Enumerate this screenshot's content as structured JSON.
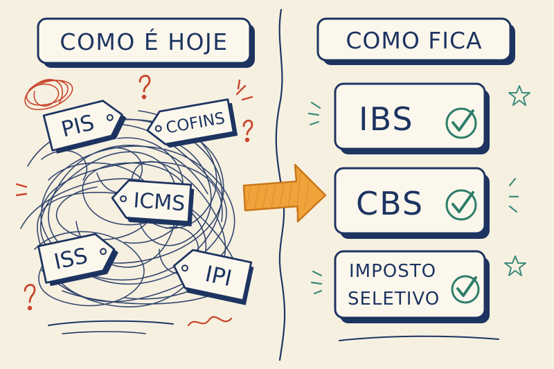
{
  "colors": {
    "paper": "#f6f0e1",
    "ink": "#1d3461",
    "box_fill": "#fbf7ec",
    "shadow": "#1d3461",
    "arrow": "#f0a33a",
    "arrow_stroke": "#c9761c",
    "check": "#2e7d6b",
    "accent_red": "#c9442a",
    "accent_teal": "#3b8a7a"
  },
  "left_panel": {
    "title": "COMO É HOJE",
    "tags": [
      "PIS",
      "COFINS",
      "ICMS",
      "ISS",
      "IPI"
    ],
    "icons": [
      "question-mark-icon",
      "scribble-icon",
      "tangle-icon"
    ]
  },
  "right_panel": {
    "title": "COMO FICA",
    "items": [
      {
        "label": "IBS",
        "icon": "check-icon"
      },
      {
        "label": "CBS",
        "icon": "check-icon"
      },
      {
        "label_lines": [
          "IMPOSTO",
          "SELETIVO"
        ],
        "icon": "check-icon"
      }
    ],
    "icons": [
      "star-icon"
    ]
  },
  "transition": {
    "icon": "arrow-right-icon"
  }
}
